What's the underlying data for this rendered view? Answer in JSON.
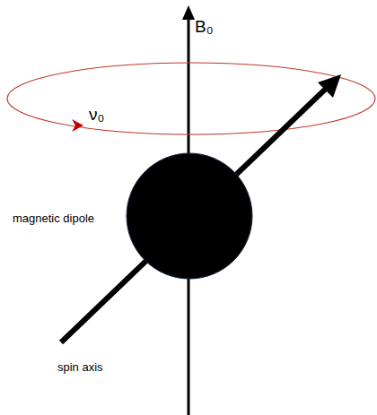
{
  "diagram": {
    "labels": [
      "B₀",
      "ν₀",
      "magnetic dipole",
      "spin axis"
    ]
  }
}
